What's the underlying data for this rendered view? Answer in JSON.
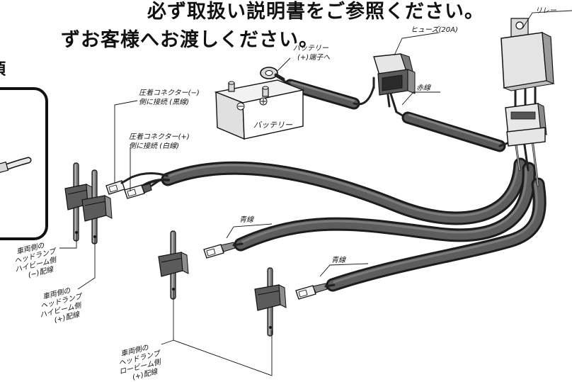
{
  "header": {
    "line1": "必ず取扱い説明書をご参照ください。",
    "line2": "ずお客様へお渡しください。",
    "fragment": "項"
  },
  "labels": {
    "relay": "リレー",
    "fuse": "ヒューズ(20A)",
    "battery_terminal_line1": "バッテリー",
    "battery_terminal_line2": "(+)端子へ",
    "red_wire": "赤線",
    "neg_connector_line1": "圧着コネクター(−)",
    "neg_connector_line2": "側に接続 (黒線)",
    "pos_connector_line1": "圧着コネクター(+)",
    "pos_connector_line2": "側に接続 (白線)",
    "battery": "バッテリー",
    "blue_wire_1": "青線",
    "blue_wire_2": "青線",
    "hi_neg_line1": "車両側の",
    "hi_neg_line2": "ヘッドランプ",
    "hi_neg_line3": "ハイビーム側",
    "hi_neg_line4": "(−)配線",
    "hi_pos_line1": "車両側の",
    "hi_pos_line2": "ヘッドランプ",
    "hi_pos_line3": "ハイビーム側",
    "hi_pos_line4": "(+)配線",
    "lo_pos_line1": "車両側の",
    "lo_pos_line2": "ヘッドランプ",
    "lo_pos_line3": "ロービーム側",
    "lo_pos_line4": "(+)配線"
  },
  "icons": [
    "relay-icon",
    "fuse-holder-icon",
    "battery-icon",
    "ring-terminal-icon",
    "tap-connector-icon",
    "spade-terminal-icon"
  ],
  "colors": {
    "ink": "#111111",
    "cable": "#5d5d5d",
    "paper": "#ffffff"
  }
}
